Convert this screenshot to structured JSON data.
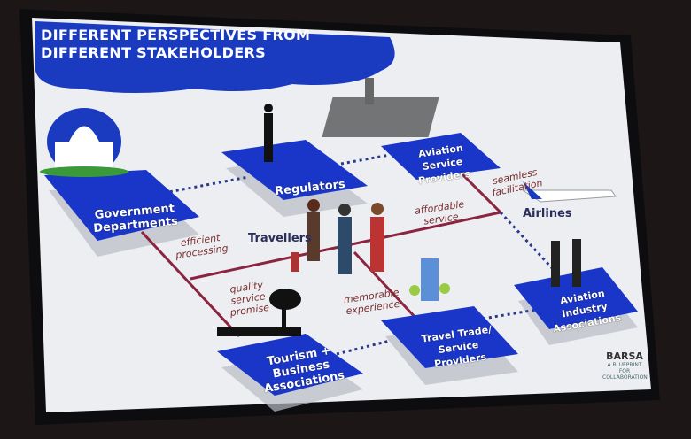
{
  "slide": {
    "title_line1": "DIFFERENT PERSPECTIVES FROM",
    "title_line2": "DIFFERENT STAKEHOLDERS",
    "stakeholders": {
      "government": "Government Departments",
      "regulators": "Regulators",
      "asp": "Aviation Service Providers",
      "airlines": "Airlines",
      "aia": "Aviation Industry Associations",
      "travel_trade": "Travel Trade/ Service Providers",
      "tourism": "Tourism + Business Associations",
      "travellers": "Travellers"
    },
    "notes": {
      "efficient": "efficient processing",
      "affordable": "affordable service",
      "seamless": "seamless facilitation",
      "quality": "quality service promise",
      "memorable": "memorable experience"
    },
    "logo": {
      "name": "BARSA",
      "tagline": "A BLUEPRINT FOR COLLABORATION"
    }
  },
  "colors": {
    "platform": "#1a36c8",
    "banner": "#1a3bc0",
    "screen": "#eceef2",
    "line_red": "#8a2440",
    "dots": "#2a3a8a"
  }
}
